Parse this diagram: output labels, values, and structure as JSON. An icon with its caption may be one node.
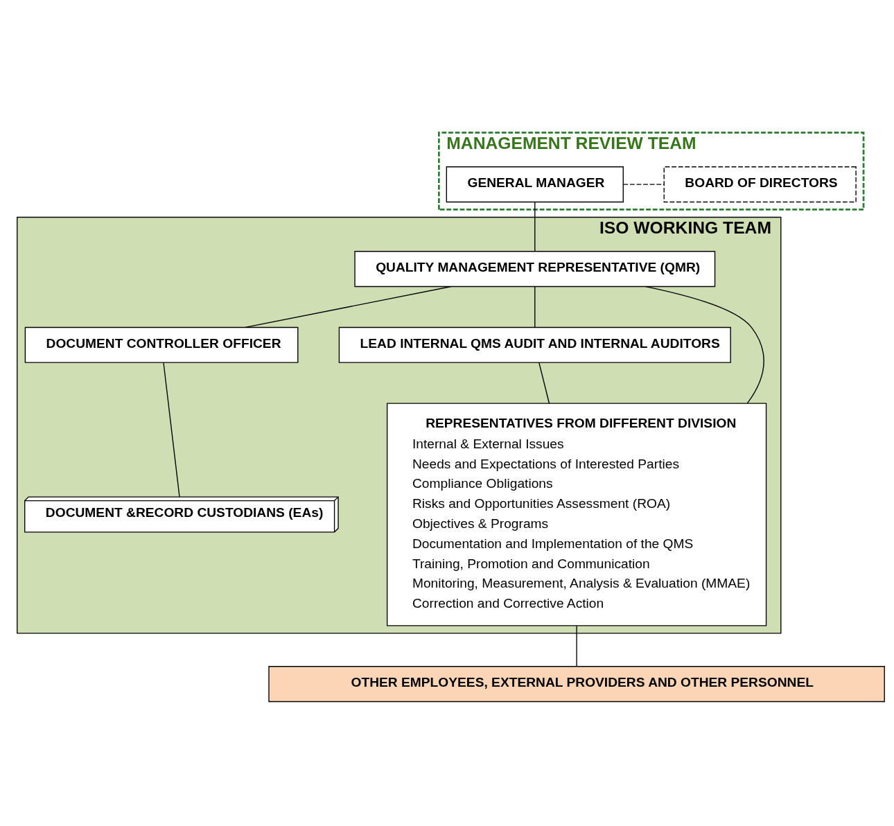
{
  "diagram": {
    "nodes": [
      {
        "text": [
          "MANAGEMENT REVIEW TEAM"
        ]
      },
      {
        "text": [
          "GENERAL MANAGER"
        ],
        "in": 0
      },
      {
        "text": [
          "BOARD OF DIRECTORS"
        ],
        "in": 0
      },
      {
        "text": [
          "ISO WORKING TEAM"
        ]
      },
      {
        "text": [
          "QUALITY MANAGEMENT REPRESENTATIVE (QMR)"
        ],
        "in": 3
      },
      {
        "text": [
          "DOCUMENT CONTROLLER OFFICER"
        ],
        "in": 3
      },
      {
        "text": [
          "LEAD INTERNAL QMS AUDIT AND INTERNAL AUDITORS"
        ],
        "in": 3
      },
      {
        "text": [
          "DOCUMENT &RECORD CUSTODIANS (EAs)"
        ],
        "in": 3
      },
      {
        "text": [
          "REPRESENTATIVES FROM DIFFERENT DIVISION",
          "Internal & External Issues",
          "Needs and Expectations of Interested Parties",
          "Compliance Obligations",
          "Risks and Opportunities Assessment (ROA)",
          "Objectives & Programs",
          "Documentation and Implementation of the QMS",
          "Training, Promotion and Communication",
          "Monitoring, Measurement, Analysis & Evaluation (MMAE)",
          "Correction and Corrective Action"
        ],
        "in": 3
      },
      {
        "text": [
          "OTHER EMPLOYEES, EXTERNAL PROVIDERS AND OTHER PERSONNEL"
        ]
      }
    ],
    "edges": [
      {
        "from": 1,
        "to": 2,
        "arrow": "none",
        "style": "dashed"
      },
      {
        "from": 1,
        "to": 4,
        "arrow": "none"
      },
      {
        "from": 4,
        "to": 5,
        "arrow": "none"
      },
      {
        "from": 4,
        "to": 6,
        "arrow": "none"
      },
      {
        "from": 4,
        "to": 8,
        "arrow": "none"
      },
      {
        "from": 5,
        "to": 7,
        "arrow": "none"
      },
      {
        "from": 6,
        "to": 8,
        "arrow": "none"
      },
      {
        "from": 8,
        "to": 9,
        "arrow": "none"
      }
    ]
  }
}
